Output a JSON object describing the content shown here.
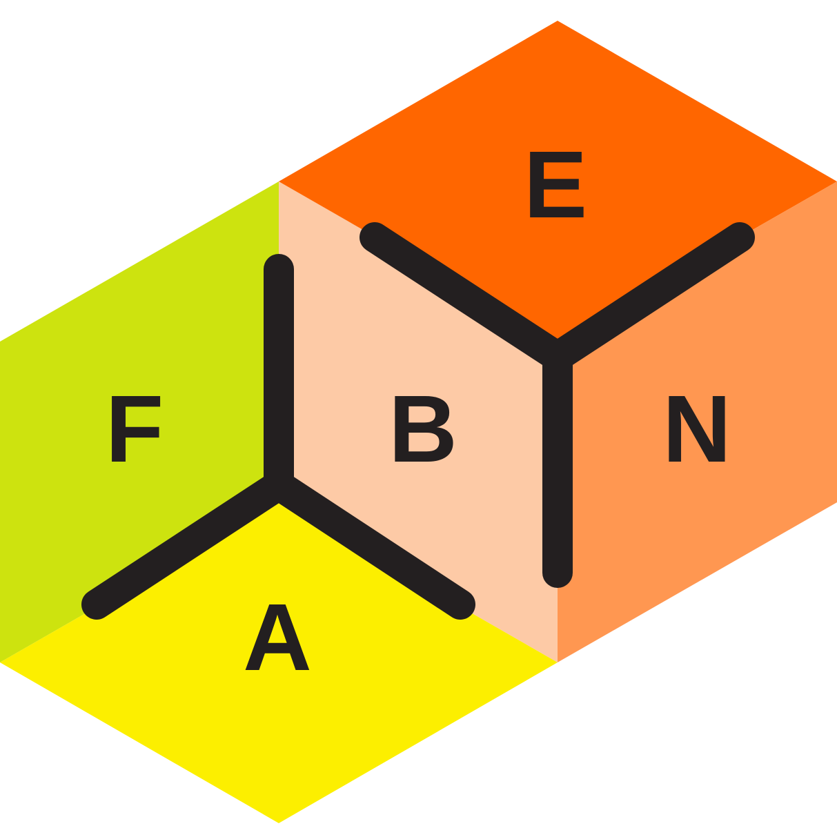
{
  "tiles": {
    "F": {
      "label": "F",
      "color": "#cde30f"
    },
    "B": {
      "label": "B",
      "color": "#fdcaa6"
    },
    "A": {
      "label": "A",
      "color": "#fcef00"
    },
    "E": {
      "label": "E",
      "color": "#ff6600"
    },
    "N": {
      "label": "N",
      "color": "#ff9751"
    }
  },
  "connector_color": "#231f20",
  "background_color": "#ffffff"
}
